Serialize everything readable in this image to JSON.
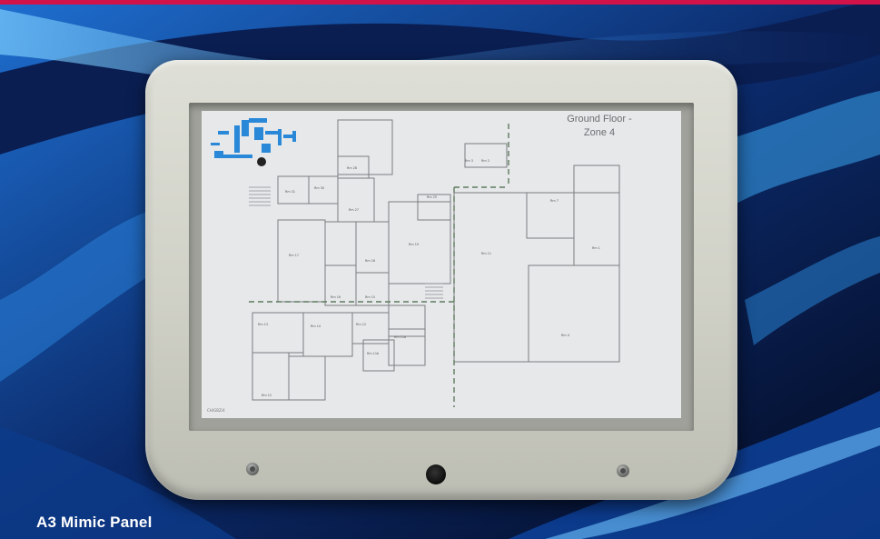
{
  "caption": "A3 Mimic Panel",
  "screen": {
    "title_line1": "Ground Floor -",
    "title_line2": "Zone 4",
    "footer_code": "CH/GBZ/4"
  },
  "colors": {
    "accent_bar": "#d2134a",
    "logo_blue": "#2a88d8",
    "bezel": "#d6d7cd"
  },
  "icons": [
    "wall-mounted-display",
    "floor-plan",
    "logo-mark",
    "screw-button",
    "power-button"
  ]
}
